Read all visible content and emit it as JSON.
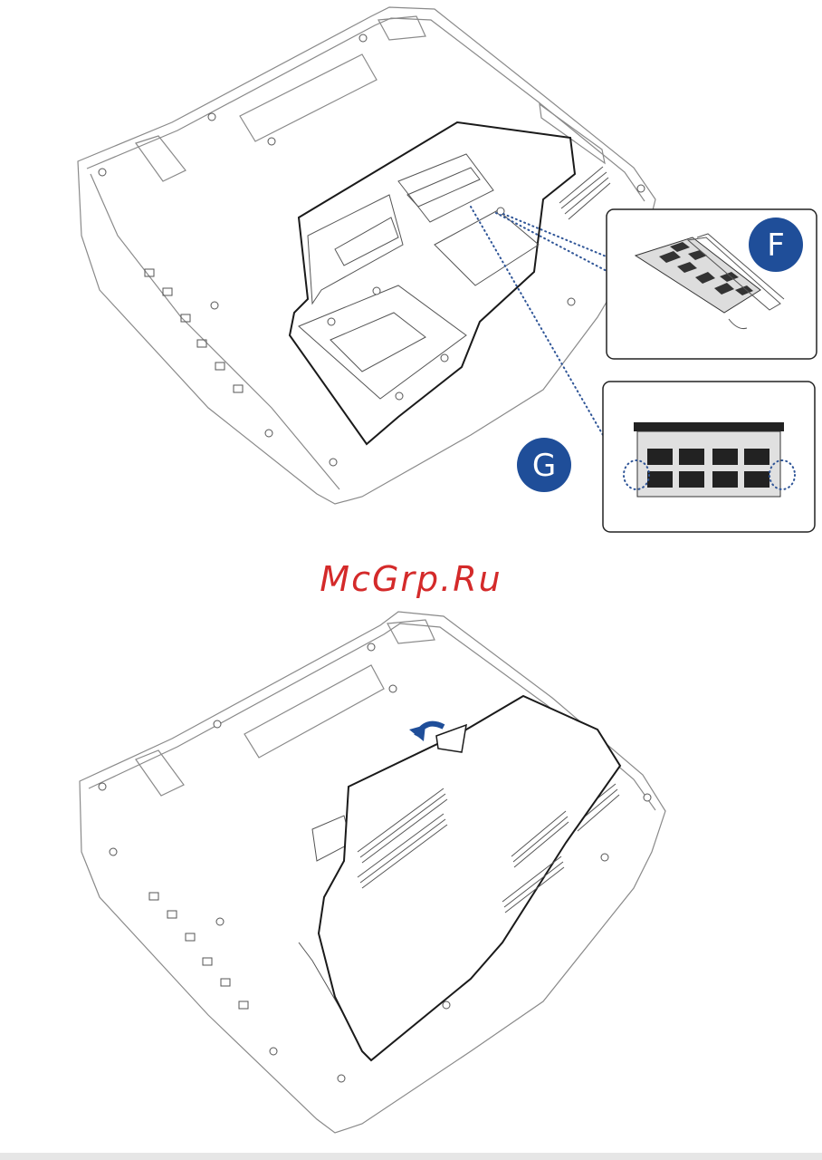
{
  "watermark": {
    "text": "McGrp.Ru"
  },
  "callouts": [
    {
      "id": "F",
      "label": "F",
      "color": "#1f4e99"
    },
    {
      "id": "G",
      "label": "G",
      "color": "#1f4e99"
    }
  ],
  "colors": {
    "accent": "#1f4e99",
    "watermark": "#d42a2a",
    "leader": "#2f5597"
  }
}
